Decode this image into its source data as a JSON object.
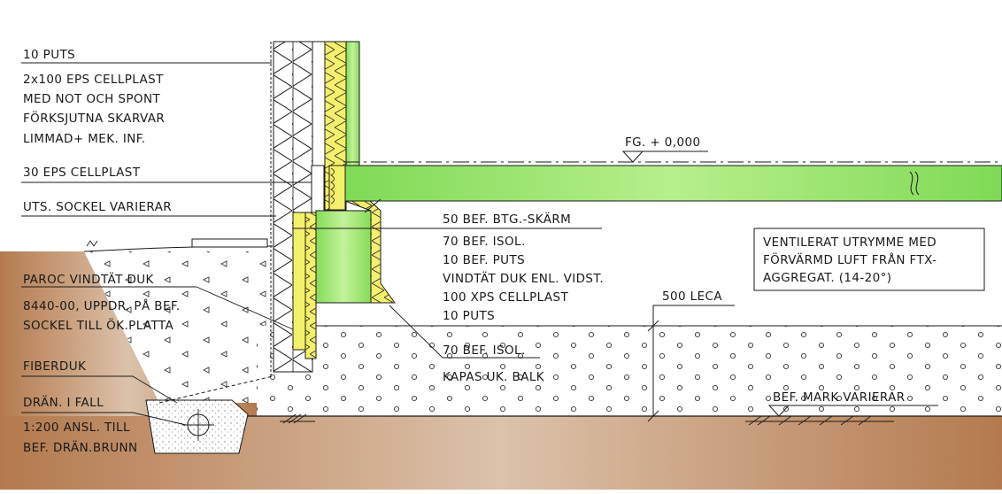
{
  "colors": {
    "green": "#7ed957",
    "green_light": "#b9f08f",
    "yellow": "#f4f06a",
    "soil_dark": "#b47a4d",
    "soil_light": "#d8bca4",
    "gravel": "#ffffff",
    "ink": "#1a1a1a"
  },
  "left_labels": {
    "puts": "10 PUTS",
    "eps_1": "2x100 EPS CELLPLAST",
    "eps_2": "MED NOT OCH SPONT",
    "eps_3": "FÖRKSJUTNA SKARVAR",
    "eps_4": "LIMMAD+ MEK. INF.",
    "eps30": "30 EPS CELLPLAST",
    "sockel": "UTS. SOCKEL VARIERAR",
    "paroc": "PAROC VINDTÄT DUK",
    "uppdr_1": "8440-00, UPPDR. PÅ BEF.",
    "uppdr_2": "SOCKEL TILL ÖK.PLATTA",
    "fiberduk": "FIBERDUK",
    "dran_1": "DRÄN. I FALL",
    "dran_2": "1:200 ANSL. TILL",
    "dran_3": "BEF. DRÄN.BRUNN"
  },
  "mid_labels": {
    "skarm": "50 BEF. BTG.-SKÄRM",
    "isol70": "70 BEF. ISOL.",
    "puts10": "10 BEF. PUTS",
    "vindtat": "VINDTÄT DUK ENL. VIDST.",
    "xps": "100 XPS CELLPLAST",
    "puts": "10 PUTS",
    "isol70b": "70 BEF. ISOL.",
    "kapas": "KAPAS UK. BALK"
  },
  "right_labels": {
    "fg": "FG. + 0,000",
    "leca": "500 LECA",
    "mark": "BEF. MARK VARIERAR"
  },
  "note_box": {
    "line1": "VENTILERAT UTRYMME MED",
    "line2": "FÖRVÄRMD LUFT FRÅN FTX-",
    "line3": "AGGREGAT. (14-20°)"
  }
}
